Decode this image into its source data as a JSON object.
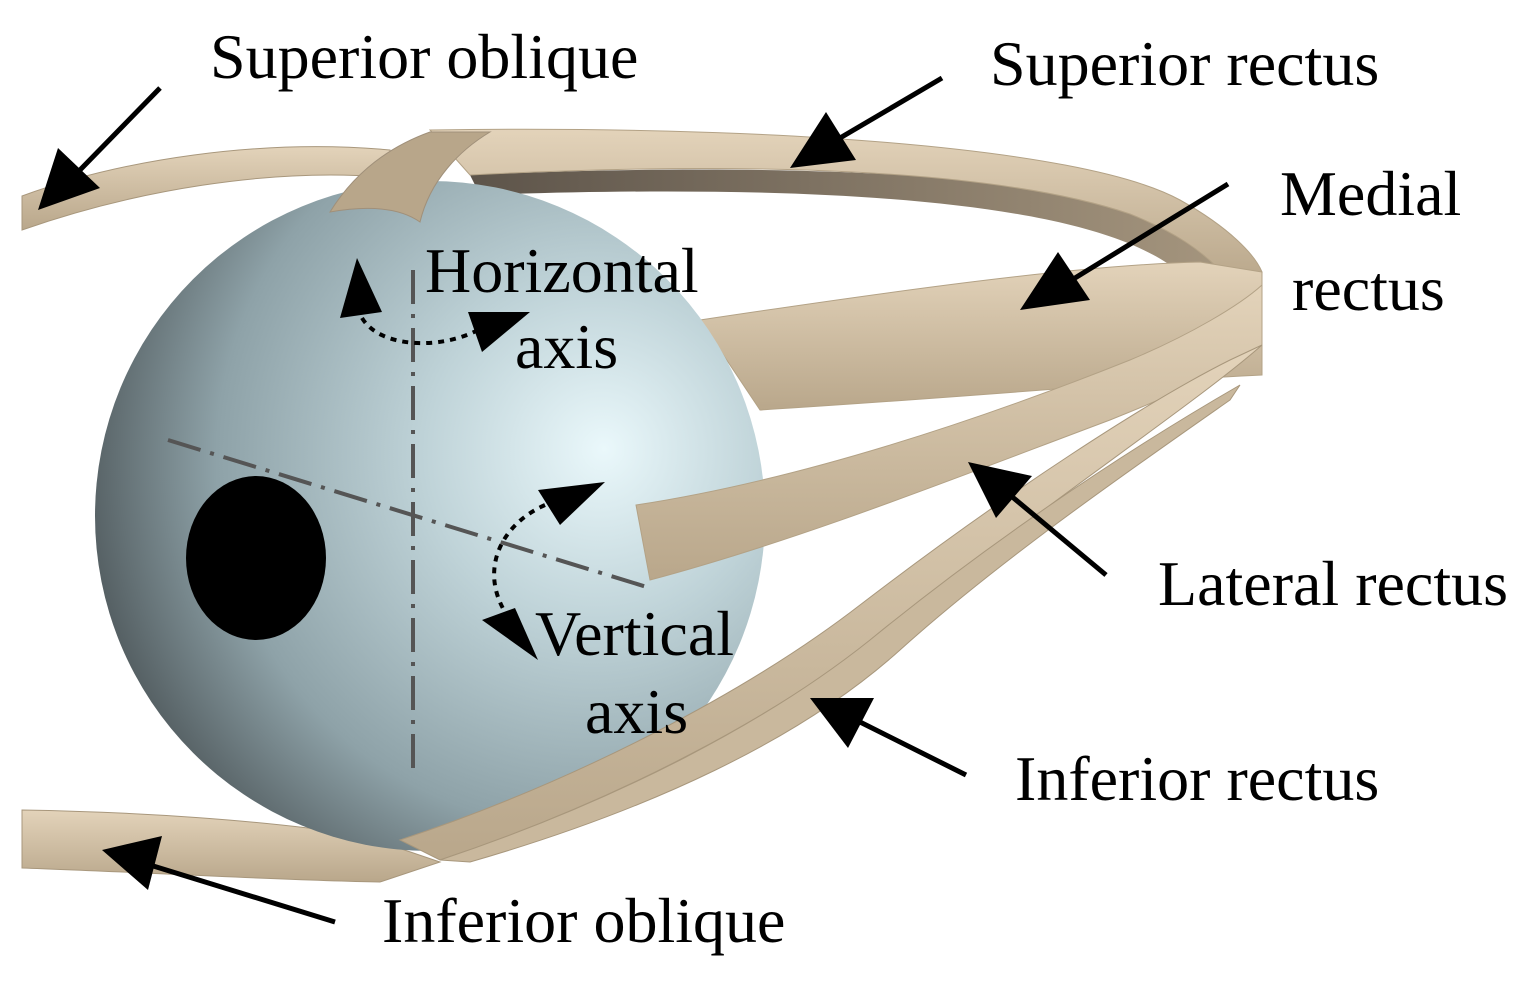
{
  "labels": {
    "superior_oblique": "Superior oblique",
    "superior_rectus": "Superior rectus",
    "medial_rectus_line1": "Medial",
    "medial_rectus_line2": "rectus",
    "lateral_rectus": "Lateral rectus",
    "inferior_rectus": "Inferior rectus",
    "inferior_oblique": "Inferior oblique",
    "horizontal_axis_line1": "Horizontal",
    "horizontal_axis_line2": "axis",
    "vertical_axis_line1": "Vertical",
    "vertical_axis_line2": "axis"
  },
  "colors": {
    "muscle": "#d8c7ad",
    "muscle_shadow": "#b09f84",
    "muscle_dark": "#8c7e6a",
    "eyeball_light": "#e2f3f8",
    "eyeball_mid": "#9fb5bc",
    "eyeball_dark": "#3b4447",
    "pupil": "#000000",
    "axis_line": "#555555",
    "arrow": "#000000"
  }
}
